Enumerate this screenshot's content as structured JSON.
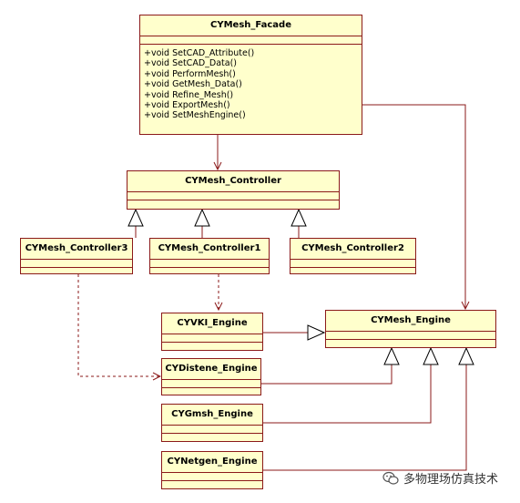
{
  "facade": {
    "name": "CYMesh_Facade",
    "operations": [
      "+void SetCAD_Attribute()",
      "+void SetCAD_Data()",
      "+void PerformMesh()",
      "+void GetMesh_Data()",
      "+void Refine_Mesh()",
      "+void ExportMesh()",
      "+void SetMeshEngine()"
    ]
  },
  "controller": {
    "name": "CYMesh_Controller"
  },
  "controller1": {
    "name": "CYMesh_Controller1"
  },
  "controller2": {
    "name": "CYMesh_Controller2"
  },
  "controller3": {
    "name": "CYMesh_Controller3"
  },
  "engine": {
    "name": "CYMesh_Engine"
  },
  "vki": {
    "name": "CYVKI_Engine"
  },
  "distene": {
    "name": "CYDistene_Engine"
  },
  "gmsh": {
    "name": "CYGmsh_Engine"
  },
  "netgen": {
    "name": "CYNetgen_Engine"
  },
  "watermark": {
    "text": "多物理场仿真技术"
  },
  "colors": {
    "border": "#8b1a1a",
    "fill": "#ffffcc",
    "line": "#8b1a1a"
  }
}
